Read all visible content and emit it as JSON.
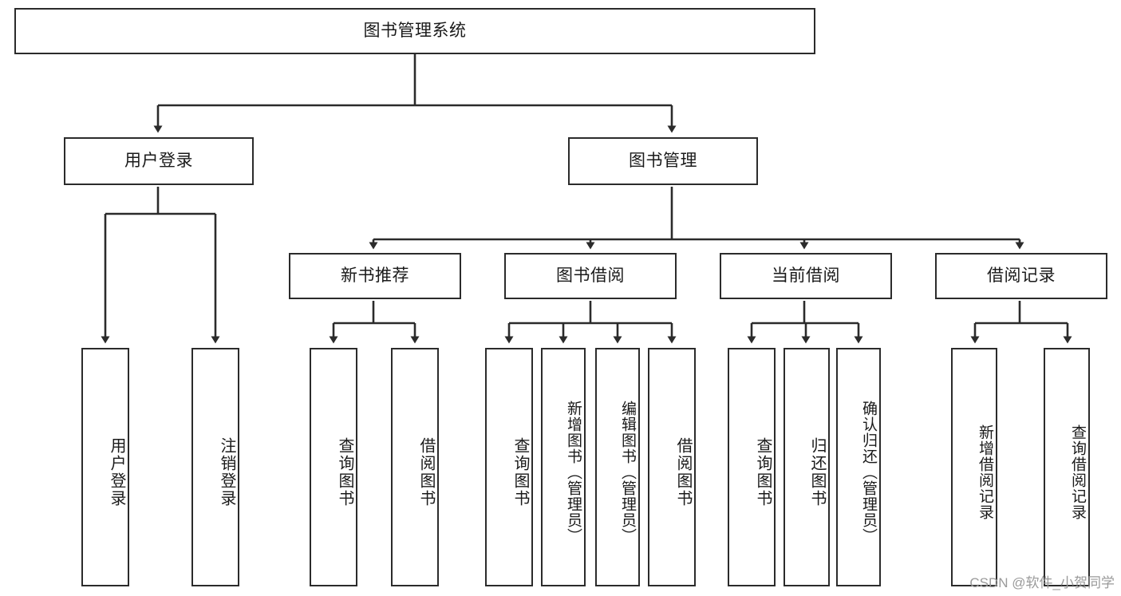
{
  "diagram": {
    "title": "图书管理系统",
    "type": "功能结构图",
    "stroke_color": "#2b2b2b",
    "background_color": "#ffffff",
    "text_color": "#1a1a1a"
  },
  "root": {
    "label": "图书管理系统"
  },
  "level2": [
    {
      "label": "用户登录"
    },
    {
      "label": "图书管理"
    }
  ],
  "level3": [
    {
      "label": "新书推荐"
    },
    {
      "label": "图书借阅"
    },
    {
      "label": "当前借阅"
    },
    {
      "label": "借阅记录"
    }
  ],
  "leaves": {
    "user_login": [
      {
        "label": "用户登录"
      },
      {
        "label": "注销登录"
      }
    ],
    "new_book": [
      {
        "label": "查询图书"
      },
      {
        "label": "借阅图书"
      }
    ],
    "book_borrow": [
      {
        "label": "查询图书"
      },
      {
        "label": "新增图书（管理员）"
      },
      {
        "label": "编辑图书（管理员）"
      },
      {
        "label": "借阅图书"
      }
    ],
    "current_borrow": [
      {
        "label": "查询图书"
      },
      {
        "label": "归还图书"
      },
      {
        "label": "确认归还（管理员）"
      }
    ],
    "borrow_record": [
      {
        "label": "新增借阅记录"
      },
      {
        "label": "查询借阅记录"
      }
    ]
  },
  "watermark": {
    "text": "CSDN @软件_小贺同学"
  }
}
